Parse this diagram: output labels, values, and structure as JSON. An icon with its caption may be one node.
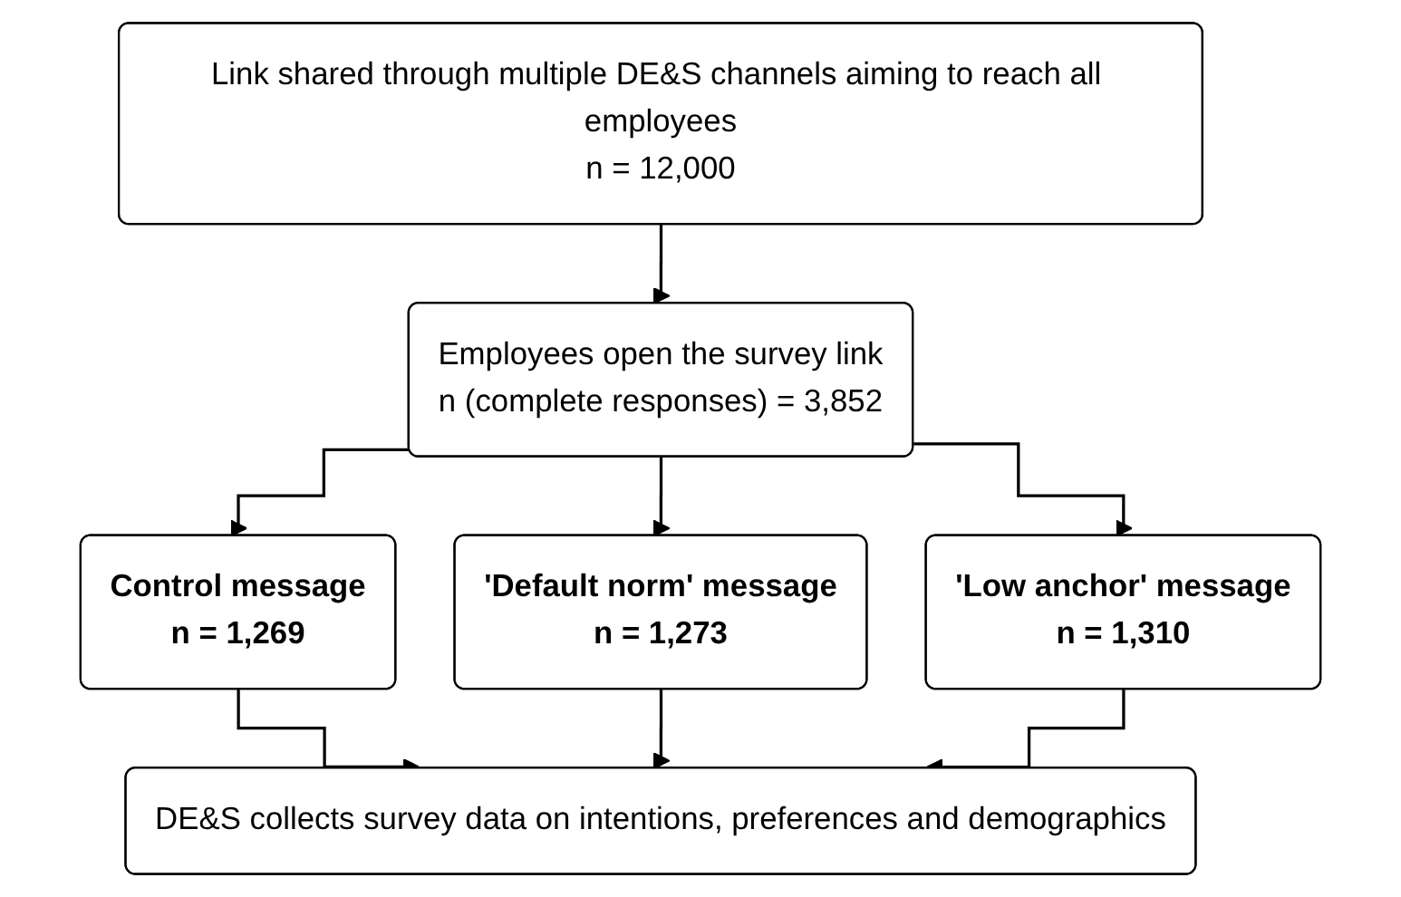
{
  "diagram": {
    "nodes": [
      {
        "text": [
          "Link shared through multiple DE&S channels aiming to reach all employees",
          "n = 12,000"
        ]
      },
      {
        "text": [
          "Employees open the survey link",
          "n (complete responses) = 3,852"
        ]
      },
      {
        "text": [
          "Control message",
          "n = 1,269"
        ]
      },
      {
        "text": [
          "'Default norm' message",
          "n = 1,273"
        ]
      },
      {
        "text": [
          "'Low anchor' message",
          "n = 1,310"
        ]
      },
      {
        "text": [
          "DE&S collects survey data on intentions, preferences and demographics"
        ]
      }
    ],
    "edges": [
      {
        "from": 0,
        "to": 1,
        "arrow": "to"
      },
      {
        "from": 1,
        "to": 2,
        "arrow": "to"
      },
      {
        "from": 1,
        "to": 3,
        "arrow": "to"
      },
      {
        "from": 1,
        "to": 4,
        "arrow": "to"
      },
      {
        "from": 2,
        "to": 5,
        "arrow": "to"
      },
      {
        "from": 3,
        "to": 5,
        "arrow": "to"
      },
      {
        "from": 4,
        "to": 5,
        "arrow": "to"
      }
    ]
  }
}
